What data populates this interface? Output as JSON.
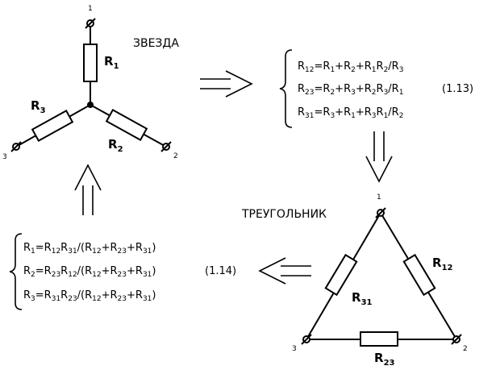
{
  "star": {
    "title": "ЗВЕЗДА",
    "terminals": [
      "1",
      "2",
      "3"
    ],
    "resistors": [
      {
        "base": "R",
        "sub": "1"
      },
      {
        "base": "R",
        "sub": "2"
      },
      {
        "base": "R",
        "sub": "3"
      }
    ]
  },
  "delta": {
    "title": "ТРЕУГОЛЬНИК",
    "terminals": [
      "1",
      "2",
      "3"
    ],
    "resistors": [
      {
        "base": "R",
        "sub": "12"
      },
      {
        "base": "R",
        "sub": "23"
      },
      {
        "base": "R",
        "sub": "31"
      }
    ]
  },
  "equations_star_to_delta": {
    "number": "(1.13)",
    "lines": [
      {
        "parts": [
          [
            "R",
            ""
          ],
          [
            "12",
            "s"
          ],
          [
            "=R",
            ""
          ],
          [
            "1",
            "s"
          ],
          [
            "+R",
            ""
          ],
          [
            "2",
            "s"
          ],
          [
            "+R",
            ""
          ],
          [
            "1",
            "s"
          ],
          [
            "R",
            ""
          ],
          [
            "2",
            "s"
          ],
          [
            "/R",
            ""
          ],
          [
            "3",
            "s"
          ]
        ]
      },
      {
        "parts": [
          [
            "R",
            ""
          ],
          [
            "23",
            "s"
          ],
          [
            "=R",
            ""
          ],
          [
            "2",
            "s"
          ],
          [
            "+R",
            ""
          ],
          [
            "3",
            "s"
          ],
          [
            "+R",
            ""
          ],
          [
            "2",
            "s"
          ],
          [
            "R",
            ""
          ],
          [
            "3",
            "s"
          ],
          [
            "/R",
            ""
          ],
          [
            "1",
            "s"
          ]
        ]
      },
      {
        "parts": [
          [
            "R",
            ""
          ],
          [
            "31",
            "s"
          ],
          [
            "=R",
            ""
          ],
          [
            "3",
            "s"
          ],
          [
            "+R",
            ""
          ],
          [
            "1",
            "s"
          ],
          [
            "+R",
            ""
          ],
          [
            "3",
            "s"
          ],
          [
            "R",
            ""
          ],
          [
            "1",
            "s"
          ],
          [
            "/R",
            ""
          ],
          [
            "2",
            "s"
          ]
        ]
      }
    ]
  },
  "equations_delta_to_star": {
    "number": "(1.14)",
    "lines": [
      {
        "parts": [
          [
            "R",
            ""
          ],
          [
            "1",
            "s"
          ],
          [
            "=R",
            ""
          ],
          [
            "12",
            "s"
          ],
          [
            "R",
            ""
          ],
          [
            "31",
            "s"
          ],
          [
            "/(R",
            ""
          ],
          [
            "12",
            "s"
          ],
          [
            "+R",
            ""
          ],
          [
            "23",
            "s"
          ],
          [
            "+R",
            ""
          ],
          [
            "31",
            "s"
          ],
          [
            ")",
            ""
          ]
        ]
      },
      {
        "parts": [
          [
            "R",
            ""
          ],
          [
            "2",
            "s"
          ],
          [
            "=R",
            ""
          ],
          [
            "23",
            "s"
          ],
          [
            "R",
            ""
          ],
          [
            "12",
            "s"
          ],
          [
            "/(R",
            ""
          ],
          [
            "12",
            "s"
          ],
          [
            "+R",
            ""
          ],
          [
            "23",
            "s"
          ],
          [
            "+R",
            ""
          ],
          [
            "31",
            "s"
          ],
          [
            ")",
            ""
          ]
        ]
      },
      {
        "parts": [
          [
            "R",
            ""
          ],
          [
            "3",
            "s"
          ],
          [
            "=R",
            ""
          ],
          [
            "31",
            "s"
          ],
          [
            "R",
            ""
          ],
          [
            "23",
            "s"
          ],
          [
            "/(R",
            ""
          ],
          [
            "12",
            "s"
          ],
          [
            "+R",
            ""
          ],
          [
            "23",
            "s"
          ],
          [
            "+R",
            ""
          ],
          [
            "31",
            "s"
          ],
          [
            ")",
            ""
          ]
        ]
      }
    ]
  }
}
